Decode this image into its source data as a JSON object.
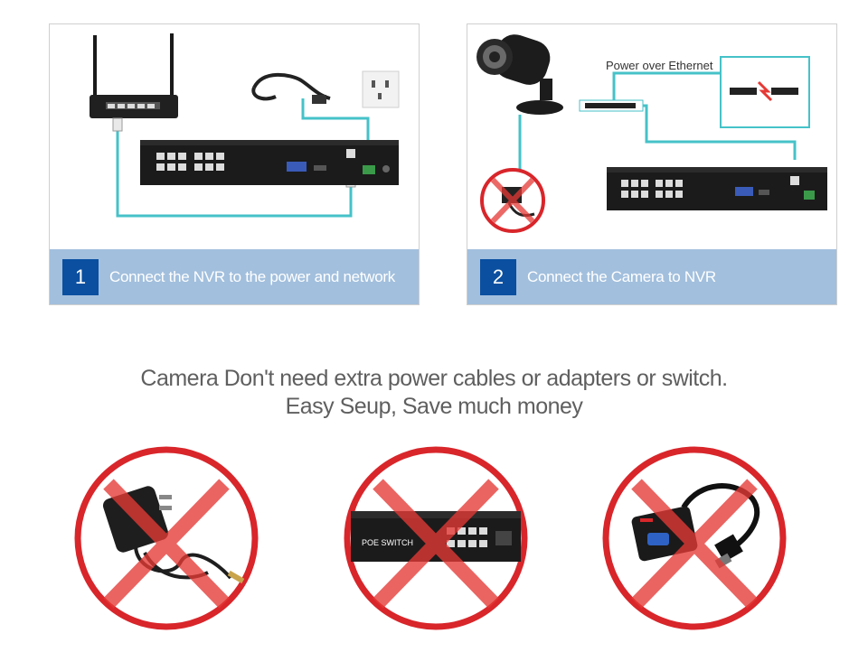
{
  "panels": [
    {
      "number": "1",
      "caption": "Connect the NVR to the power and network"
    },
    {
      "number": "2",
      "caption": "Connect the Camera to NVR",
      "poe_label": "Power over Ethernet"
    }
  ],
  "headline": {
    "line1": "Camera Don't need extra power cables or adapters or switch.",
    "line2": "Easy Seup, Save much money"
  },
  "not_needed": [
    {
      "item": "power-adapter"
    },
    {
      "item": "poe-switch",
      "label": "POE SWITCH"
    },
    {
      "item": "vga-hdmi-adapter"
    }
  ],
  "colors": {
    "cable": "#45c2c8",
    "caption_bg": "#a2bfdd",
    "number_bg": "#0a4fa0",
    "forbidden": "#d8262b",
    "headline_text": "#5f5f5f"
  }
}
